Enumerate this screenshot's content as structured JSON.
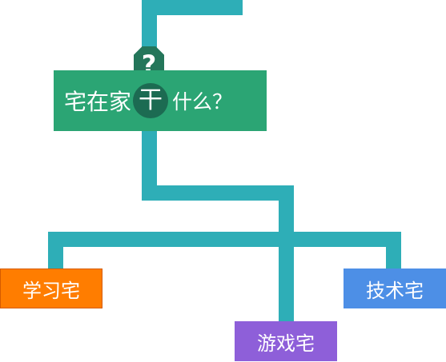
{
  "question_badge": "?",
  "title": {
    "prefix": "宅在家",
    "highlight": "干",
    "suffix": "什么？"
  },
  "branches": {
    "study": "学习宅",
    "game": "游戏宅",
    "tech": "技术宅"
  },
  "colors": {
    "connector": "#2eaeb7",
    "title_bg": "#2ba574",
    "badge_bg": "#24765a",
    "study_bg": "#ff7d00",
    "game_bg": "#8e5fd9",
    "tech_bg": "#4d8fe6"
  }
}
